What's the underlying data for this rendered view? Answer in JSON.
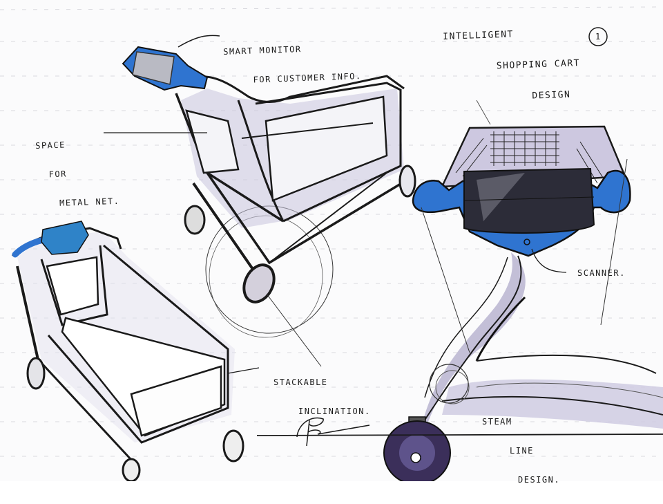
{
  "page": {
    "title_lines": [
      "INTELLIGENT",
      "SHOPPING CART",
      "DESIGN"
    ],
    "sheet_number": "1"
  },
  "annotations": {
    "smart_monitor": [
      "SMART MONITOR",
      "FOR CUSTOMER INFO."
    ],
    "space_for_net": [
      "SPACE",
      "FOR",
      "METAL NET."
    ],
    "stackable": [
      "STACKABLE",
      "INCLINATION."
    ],
    "scanner": [
      "SCANNER."
    ],
    "stream_line": [
      "STEAM",
      "LINE",
      "DESIGN."
    ]
  },
  "colors": {
    "paper": "#fbfbfc",
    "ink": "#1a1a1a",
    "accent_blue": "#2f74d0",
    "marker_lavender": "#8f87b0",
    "marker_light": "#c9c5dc",
    "screen_dark": "#2c2c38"
  },
  "sketches": [
    {
      "name": "side-perspective-cart",
      "label": "cart with smart monitor"
    },
    {
      "name": "rear-perspective-cart",
      "label": "stackable cart rear view"
    },
    {
      "name": "handle-detail",
      "label": "handle with scanner screen close-up"
    }
  ]
}
